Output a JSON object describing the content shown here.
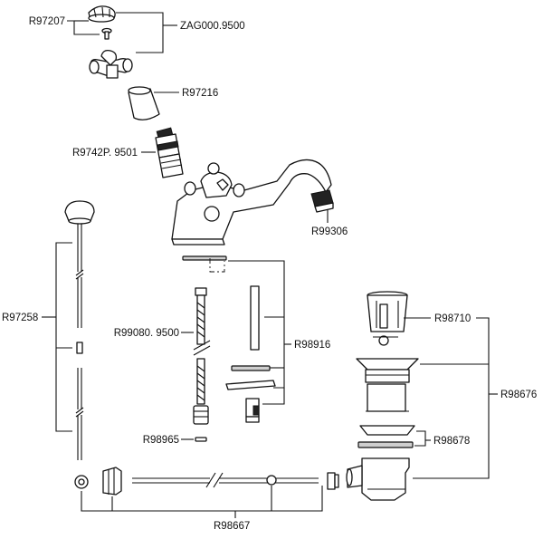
{
  "labels": {
    "cap_screw": "R97207",
    "handle_assembly": "ZAG000.9500",
    "shroud": "R97216",
    "cartridge": "R9742P. 9501",
    "aerator": "R99306",
    "popup_rod": "R97258",
    "flex_hose": "R99080. 9500",
    "mounting_kit": "R98916",
    "washer": "R98965",
    "pivot_assembly": "R98667",
    "drain_plug": "R98710",
    "gaskets": "R98678",
    "drain_body": "R98676"
  }
}
